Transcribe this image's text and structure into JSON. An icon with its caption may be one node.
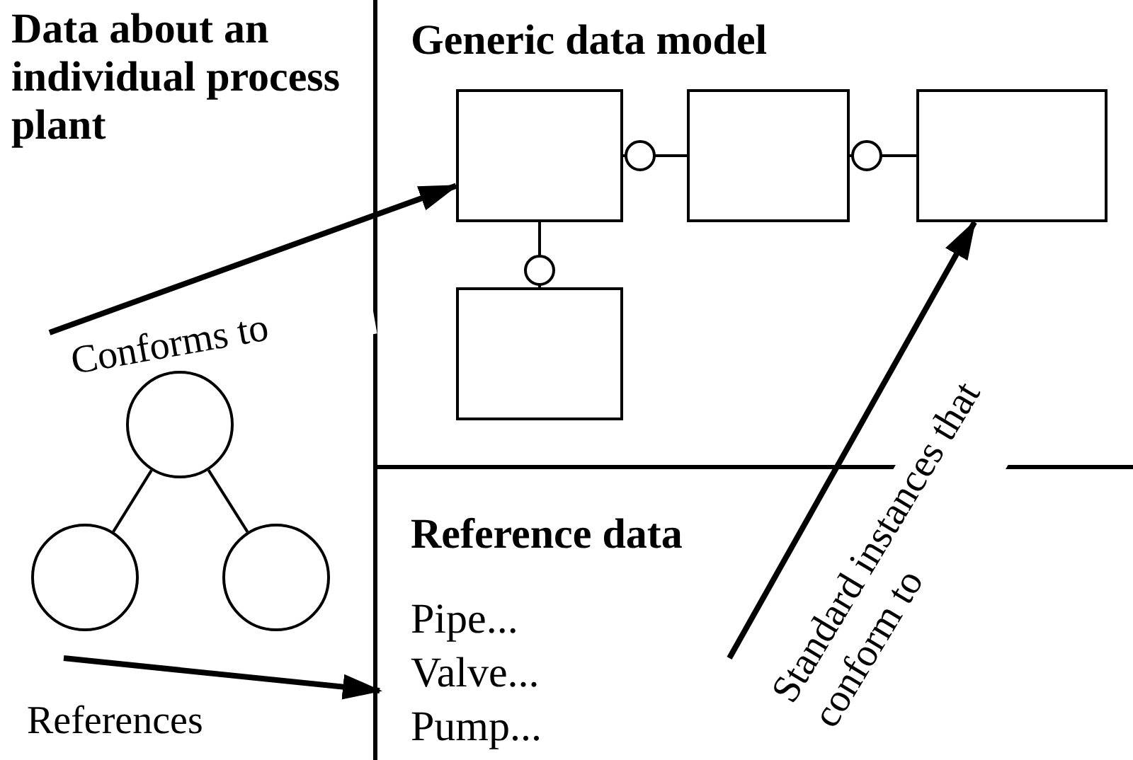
{
  "diagram": {
    "nodes": [
      {
        "text": [
          "Data about an individual process plant"
        ]
      },
      {
        "text": [],
        "shape": "circle",
        "in": 0
      },
      {
        "text": [],
        "shape": "circle",
        "in": 0
      },
      {
        "text": [],
        "shape": "circle",
        "in": 0
      },
      {
        "text": [
          "Generic data model"
        ]
      },
      {
        "text": [],
        "shape": "box",
        "in": 4
      },
      {
        "text": [],
        "shape": "box",
        "in": 4
      },
      {
        "text": [],
        "shape": "box",
        "in": 4
      },
      {
        "text": [],
        "shape": "box",
        "in": 4
      },
      {
        "text": [
          "Reference data",
          "Pipe...",
          "Valve...",
          "Pump..."
        ]
      }
    ],
    "edges": [
      {
        "from": 1,
        "to": 2,
        "arrow": "none"
      },
      {
        "from": 1,
        "to": 3,
        "arrow": "none"
      },
      {
        "from": 5,
        "to": 6,
        "arrow": "other"
      },
      {
        "from": 6,
        "to": 7,
        "arrow": "other"
      },
      {
        "from": 8,
        "to": 5,
        "arrow": "other"
      },
      {
        "from": 0,
        "to": 5,
        "arrow": "to",
        "label": "Conforms to",
        "style": "thick"
      },
      {
        "from": 0,
        "to": 9,
        "arrow": "to",
        "label": "References",
        "style": "thick"
      },
      {
        "from": 9,
        "to": 7,
        "arrow": "to",
        "label": "Standard instances that conform to",
        "style": "thick"
      }
    ]
  }
}
